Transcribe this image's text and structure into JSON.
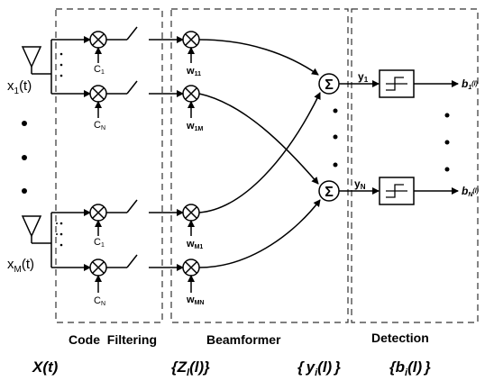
{
  "inputs": {
    "x1": {
      "base": "x",
      "sub": "1",
      "tail": "(t)"
    },
    "xM": {
      "base": "x",
      "sub": "M",
      "tail": "(t)"
    }
  },
  "codes": {
    "c1": {
      "base": "C",
      "sub": "1"
    },
    "cN": {
      "base": "C",
      "sub": "N"
    }
  },
  "weights": {
    "w11": {
      "base": "w",
      "sub": "11"
    },
    "w1M": {
      "base": "w",
      "sub": "1M"
    },
    "wM1": {
      "base": "w",
      "sub": "M1"
    },
    "wMN": {
      "base": "w",
      "sub": "MN"
    }
  },
  "sum_symbol": "Σ",
  "outputs_y": {
    "y1": {
      "base": "y",
      "sub": "1"
    },
    "yN": {
      "base": "y",
      "sub": "N"
    }
  },
  "outputs_b": {
    "b1": {
      "base": "b",
      "sub": "1",
      "tail": "(l)"
    },
    "bN": {
      "base": "b",
      "sub": "N",
      "tail": "(l)"
    }
  },
  "sections": {
    "code_filtering": "Code  Filtering",
    "beamformer": "Beamformer",
    "detection": "Detection"
  },
  "signals": {
    "xt": "X(t)",
    "zl": {
      "open": "{",
      "base": "Z",
      "sub": "l",
      "tail": "(l)",
      "close": "}"
    },
    "yl": {
      "open": "{",
      "base": "y",
      "sub": "i",
      "tail": "(l)",
      "close": "}"
    },
    "bl": {
      "open": "{",
      "base": "b",
      "sub": "i",
      "tail": "(l)",
      "close": "}"
    }
  },
  "colors": {
    "ink": "#000000",
    "dash": "#333333",
    "background": "#ffffff"
  }
}
